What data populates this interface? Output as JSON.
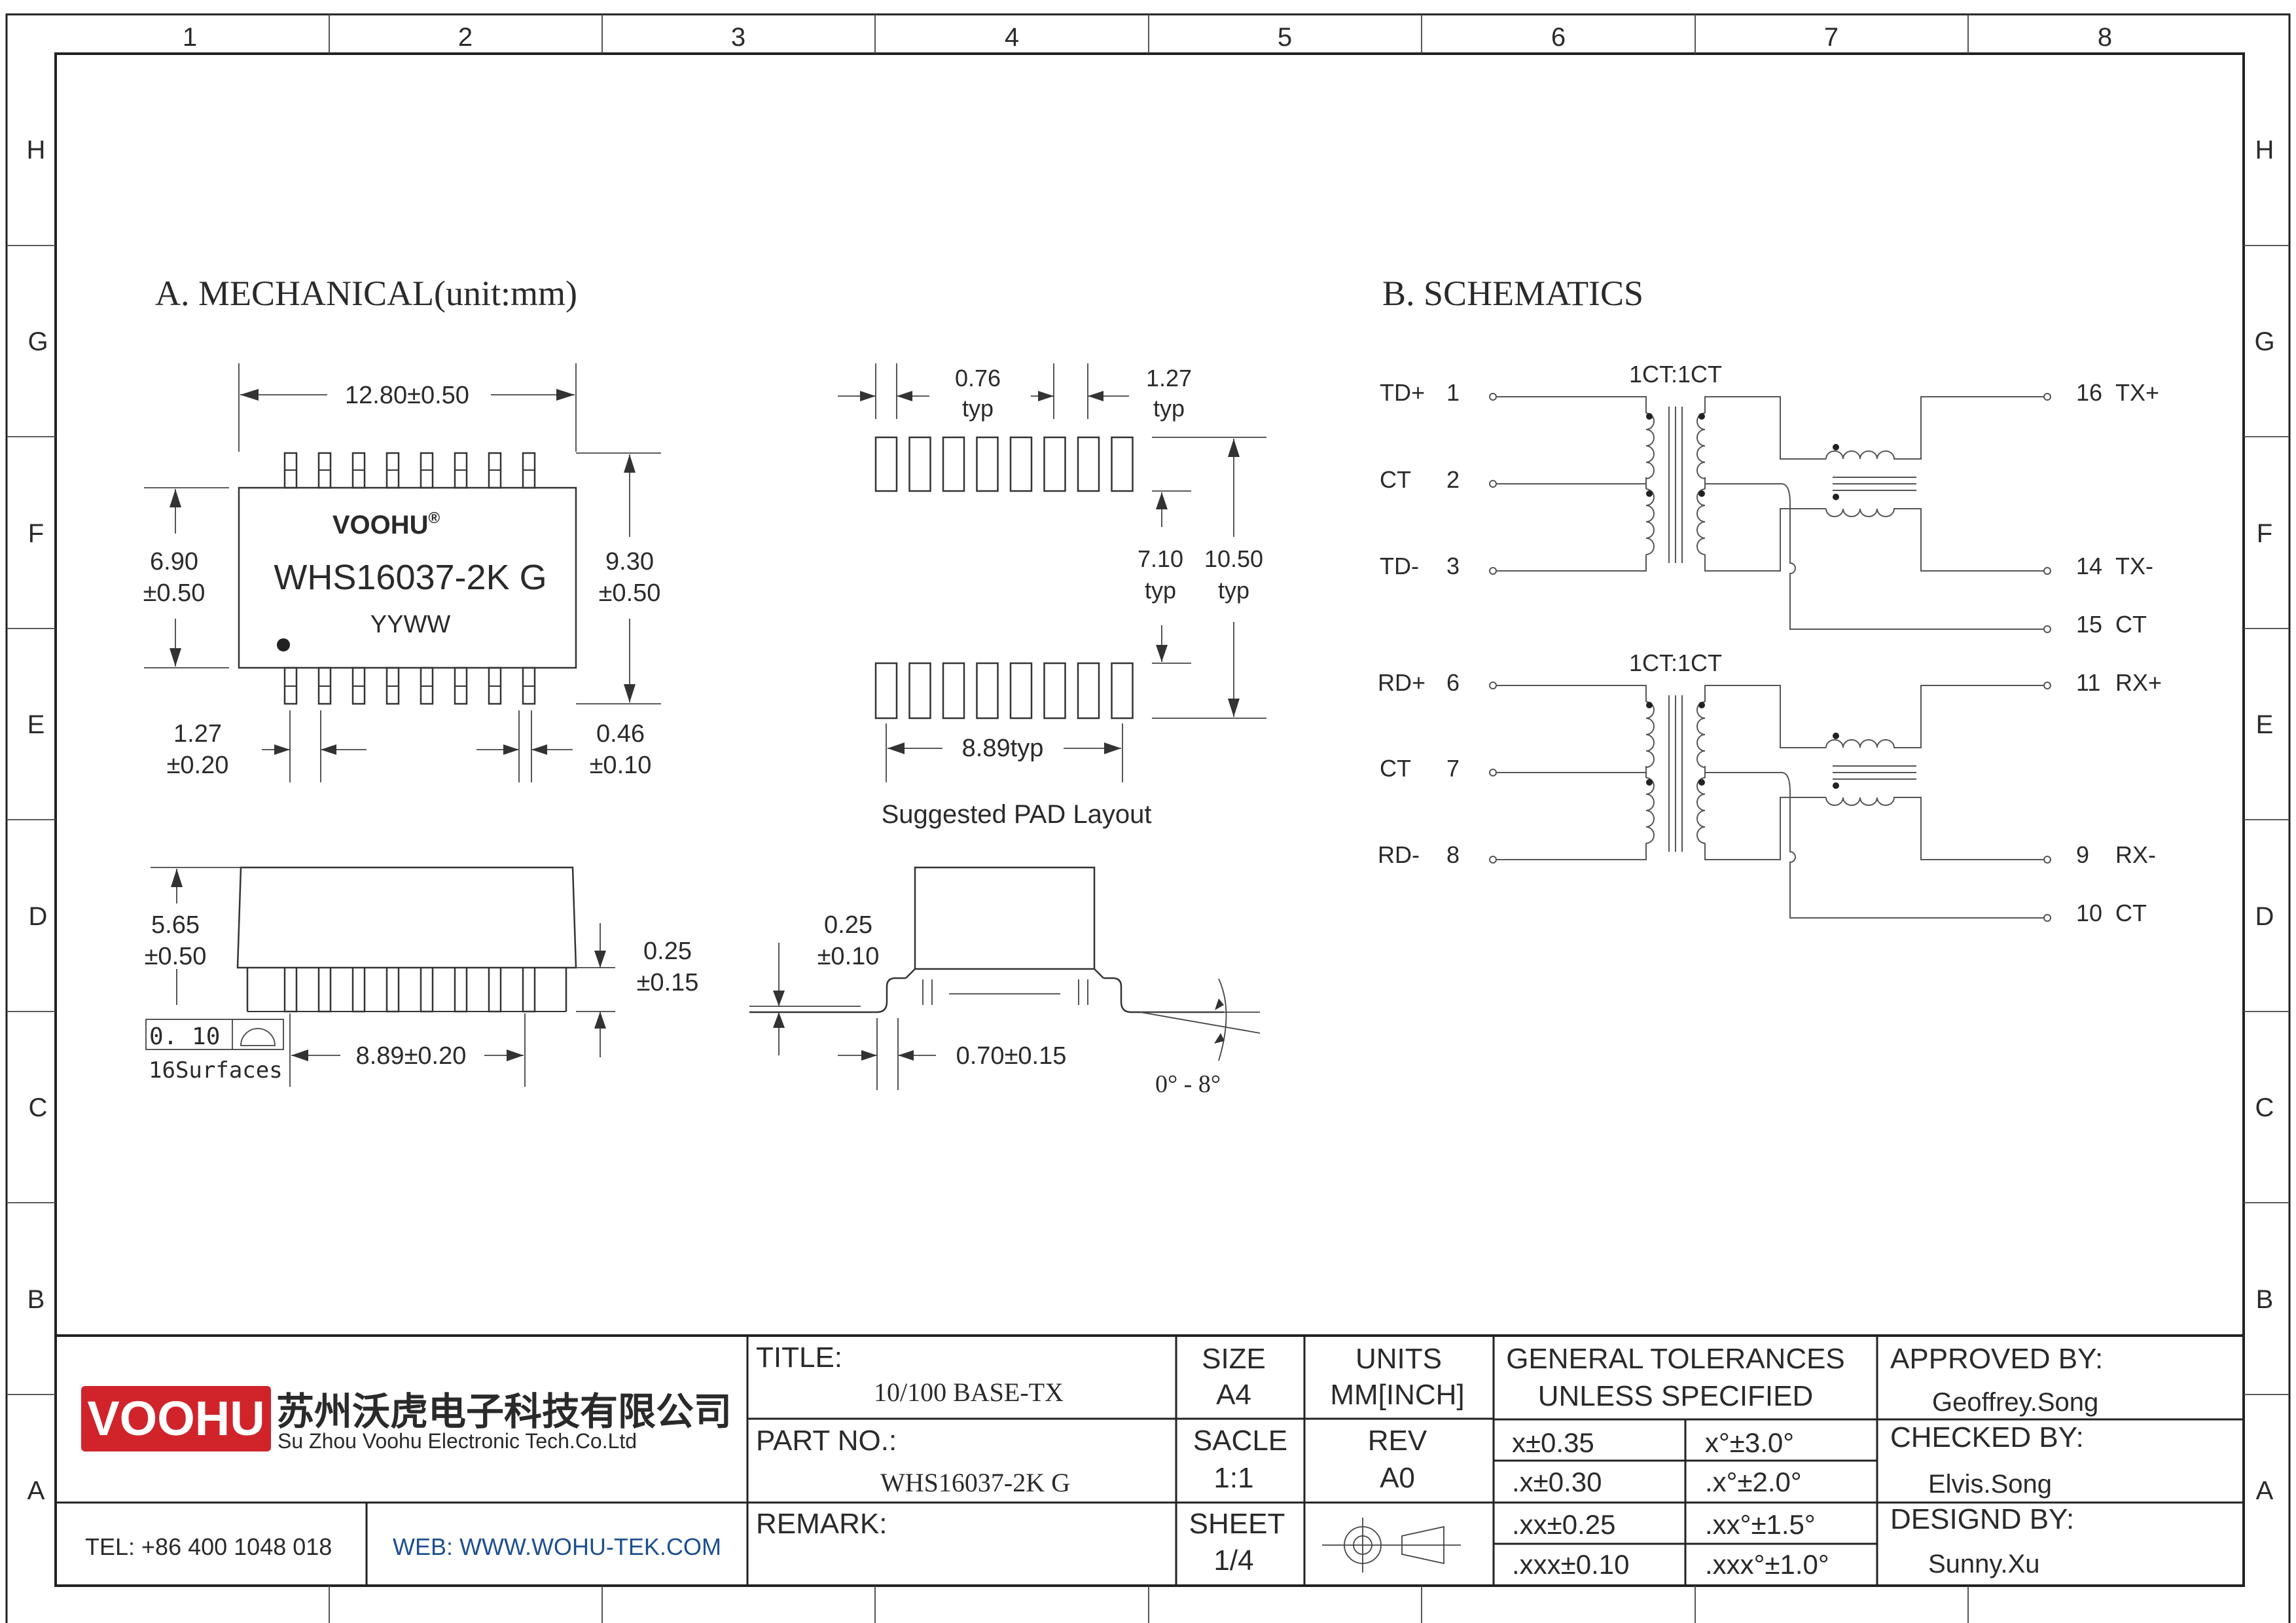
{
  "grid": {
    "columns": [
      "1",
      "2",
      "3",
      "4",
      "5",
      "6",
      "7",
      "8"
    ],
    "rows": [
      "H",
      "G",
      "F",
      "E",
      "D",
      "C",
      "B",
      "A"
    ]
  },
  "mechanical": {
    "heading": "A. MECHANICAL(unit:mm)",
    "top_view": {
      "brand": "VOOHU",
      "brand_mark": "®",
      "part": "WHS16037-2K G",
      "date_code": "YYWW",
      "dim_width": "12.80±0.50",
      "dim_body_h": [
        "6.90",
        "±0.50"
      ],
      "dim_total_h": [
        "9.30",
        "±0.50"
      ],
      "dim_pitch": [
        "1.27",
        "±0.20"
      ],
      "dim_lead_w": [
        "0.46",
        "±0.10"
      ]
    },
    "side_view": {
      "dim_height": [
        "5.65",
        "±0.50"
      ],
      "dim_standoff": [
        "0.25",
        "±0.15"
      ],
      "dim_span": "8.89±0.20",
      "coplanarity": "0. 10",
      "surfaces": "16Surfaces"
    },
    "end_view": {
      "dim_thickness": [
        "0.25",
        "±0.10"
      ],
      "dim_foot": "0.70±0.15",
      "angle": "0° - 8°"
    },
    "pad_layout": {
      "dim_pad_w": [
        "0.76",
        "typ"
      ],
      "dim_pad_pitch": [
        "1.27",
        "typ"
      ],
      "dim_inner": [
        "7.10",
        "typ"
      ],
      "dim_outer": [
        "10.50",
        "typ"
      ],
      "dim_span": "8.89typ",
      "caption": "Suggested PAD Layout"
    }
  },
  "schematics": {
    "heading": "B. SCHEMATICS",
    "channels": [
      {
        "ratio": "1CT:1CT",
        "left": [
          {
            "name": "TD+",
            "pin": "1"
          },
          {
            "name": "CT",
            "pin": "2"
          },
          {
            "name": "TD-",
            "pin": "3"
          }
        ],
        "right": [
          {
            "pin": "16",
            "name": "TX+"
          },
          {
            "pin": "14",
            "name": "TX-"
          },
          {
            "pin": "15",
            "name": "CT"
          }
        ]
      },
      {
        "ratio": "1CT:1CT",
        "left": [
          {
            "name": "RD+",
            "pin": "6"
          },
          {
            "name": "CT",
            "pin": "7"
          },
          {
            "name": "RD-",
            "pin": "8"
          }
        ],
        "right": [
          {
            "pin": "11",
            "name": "RX+"
          },
          {
            "pin": "9",
            "name": "RX-"
          },
          {
            "pin": "10",
            "name": "CT"
          }
        ]
      }
    ]
  },
  "title_block": {
    "logo_text": "VOOHU",
    "company_cn": "苏州沃虎电子科技有限公司",
    "company_en": "Su Zhou Voohu Electronic Tech.Co.Ltd",
    "tel": "TEL: +86 400 1048 018",
    "web": "WEB: WWW.WOHU-TEK.COM",
    "title_label": "TITLE:",
    "title_value": "10/100 BASE-TX",
    "part_label": "PART NO.:",
    "part_value": "WHS16037-2K G",
    "remark_label": "REMARK:",
    "size_label": "SIZE",
    "size_value": "A4",
    "scale_label": "SACLE",
    "scale_value": "1:1",
    "sheet_label": "SHEET",
    "sheet_value": "1/4",
    "units_label": "UNITS",
    "units_value": "MM[INCH]",
    "rev_label": "REV",
    "rev_value": "A0",
    "tol_title_1": "GENERAL TOLERANCES",
    "tol_title_2": "UNLESS SPECIFIED",
    "tolerances": [
      [
        "x±0.35",
        "x°±3.0°"
      ],
      [
        ".x±0.30",
        ".x°±2.0°"
      ],
      [
        ".xx±0.25",
        ".xx°±1.5°"
      ],
      [
        ".xxx±0.10",
        ".xxx°±1.0°"
      ]
    ],
    "approved_label": "APPROVED BY:",
    "approved_value": "Geoffrey.Song",
    "checked_label": "CHECKED BY:",
    "checked_value": "Elvis.Song",
    "designed_label": "DESIGND BY:",
    "designed_value": "Sunny.Xu"
  },
  "colors": {
    "logo_red": "#d0242a",
    "web_blue": "#1d4f91",
    "line": "#333333"
  }
}
